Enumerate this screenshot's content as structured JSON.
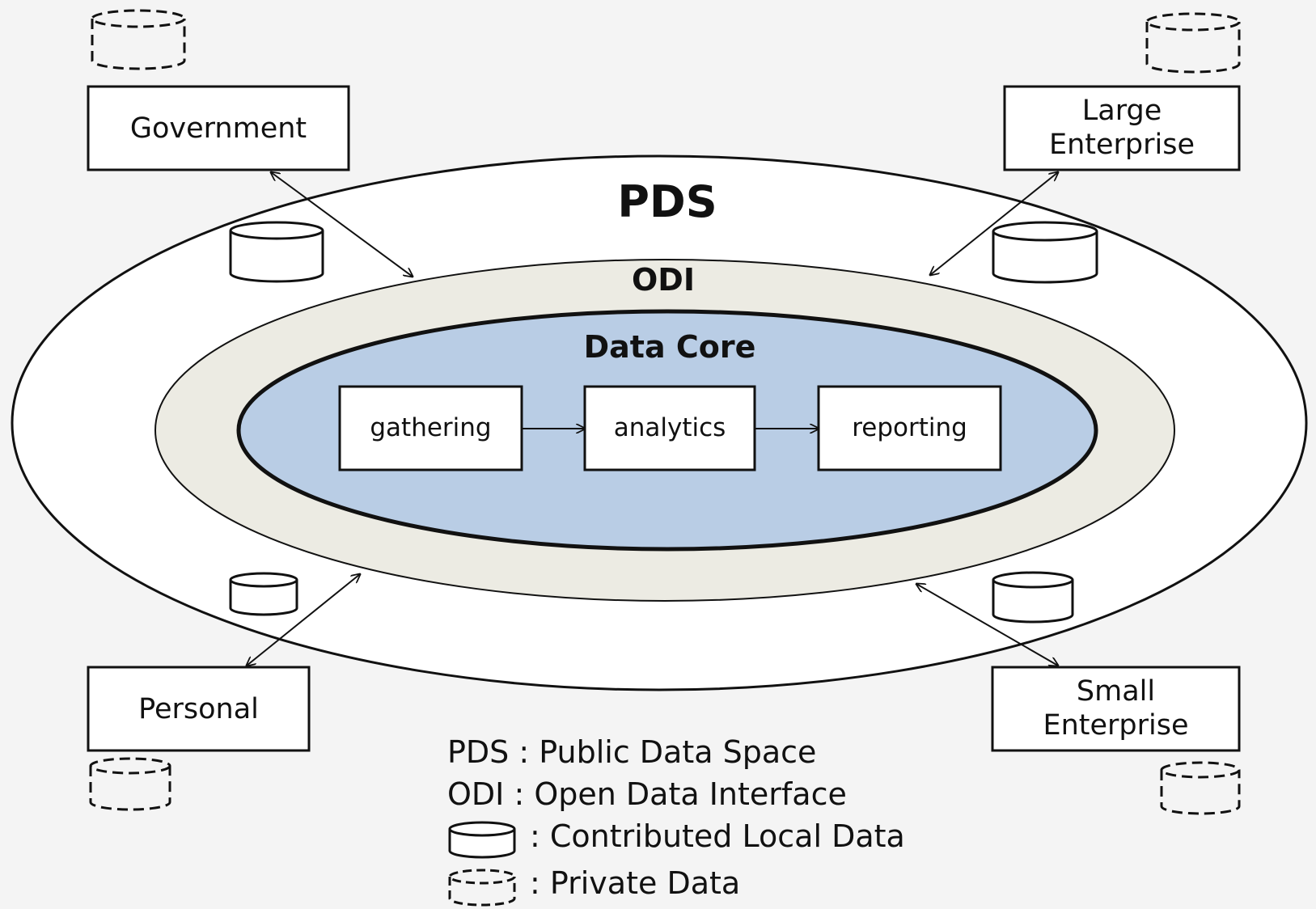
{
  "zones": {
    "pds": {
      "label": "PDS",
      "fill": "#ffffff"
    },
    "odi": {
      "label": "ODI",
      "fill": "#ecebe3"
    },
    "core": {
      "label": "Data Core",
      "fill": "#b9cde5"
    }
  },
  "entities": {
    "government": "Government",
    "large_enterprise": "Large\nEnterprise",
    "personal": "Personal",
    "small_enterprise": "Small\nEnterprise"
  },
  "process": [
    "gathering",
    "analytics",
    "reporting"
  ],
  "legend": [
    {
      "key": "pds",
      "text": "PDS : Public Data Space"
    },
    {
      "key": "odi",
      "text": "ODI : Open Data Interface"
    },
    {
      "key": "contributed",
      "icon": "solid-cylinder-icon",
      "text": ": Contributed Local Data"
    },
    {
      "key": "private",
      "icon": "dashed-cylinder-icon",
      "text": ": Private Data"
    }
  ]
}
